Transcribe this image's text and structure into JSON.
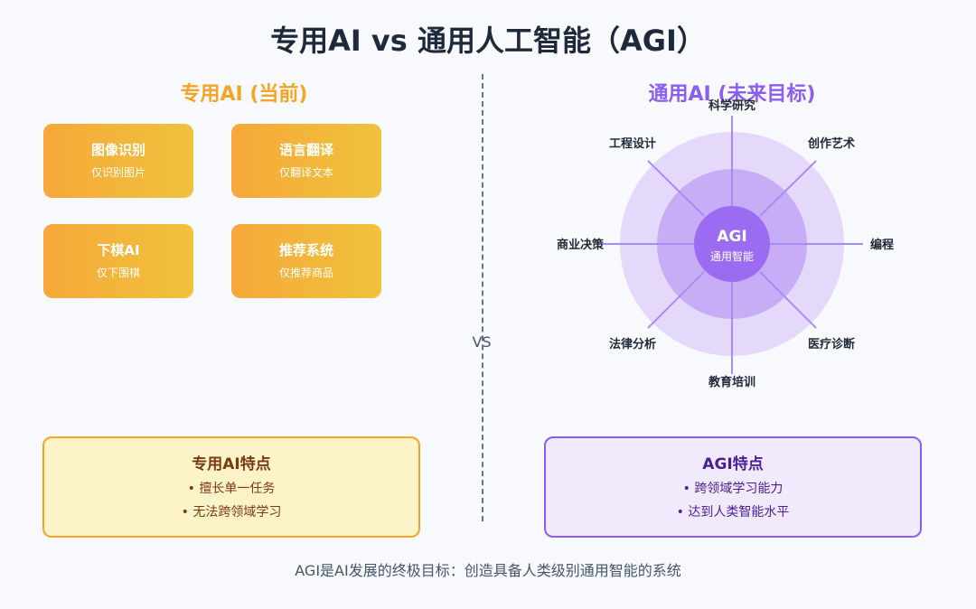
{
  "title": "专用AI vs 通用人工智能（AGI）",
  "left": {
    "heading": "专用AI (当前)",
    "cards": [
      {
        "name": "图像识别",
        "desc": "仅识别图片"
      },
      {
        "name": "语言翻译",
        "desc": "仅翻译文本"
      },
      {
        "name": "下棋AI",
        "desc": "仅下围棋"
      },
      {
        "name": "推荐系统",
        "desc": "仅推荐商品"
      }
    ],
    "features": {
      "title": "专用AI特点",
      "items": [
        "• 擅长单一任务",
        "• 无法跨领域学习"
      ]
    }
  },
  "vs": "VS",
  "right": {
    "heading": "通用AI (未来目标)",
    "center": {
      "main": "AGI",
      "sub": "通用智能"
    },
    "domains": [
      "科学研究",
      "创作艺术",
      "编程",
      "医疗诊断",
      "教育培训",
      "法律分析",
      "商业决策",
      "工程设计"
    ],
    "features": {
      "title": "AGI特点",
      "items": [
        "• 跨领域学习能力",
        "• 达到人类智能水平"
      ]
    }
  },
  "footer": "AGI是AI发展的终极目标：创造具备人类级别通用智能的系统",
  "colors": {
    "specialized_accent": "#f5a524",
    "agi_accent": "#8b5cf6"
  }
}
